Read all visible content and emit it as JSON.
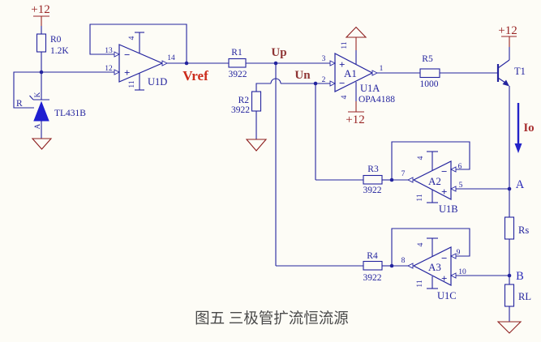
{
  "figure": {
    "caption": "图五  三极管扩流恒流源"
  },
  "colors": {
    "background": "#fdfcf6",
    "circuit_blue": "#23239e",
    "net_label_red": "#8e3434",
    "supply_red": "#992525",
    "ground_red": "#8e1f1f",
    "vref_red": "#cc2b1b",
    "device_blue_fill": "#1f1fd0",
    "node_blue": "#2a2ab8",
    "caption_gray": "#4a4a4a"
  },
  "nets": {
    "vcc": "+12",
    "vref": "Vref",
    "up": "Up",
    "un": "Un",
    "io": "Io",
    "node_a": "A",
    "node_b": "B"
  },
  "components": {
    "r0": {
      "ref": "R0",
      "value": "1.2K"
    },
    "r1": {
      "ref": "R1",
      "value": "3922"
    },
    "r2": {
      "ref": "R2",
      "value": "3922"
    },
    "r3": {
      "ref": "R3",
      "value": "3922"
    },
    "r4": {
      "ref": "R4",
      "value": "3922"
    },
    "r5": {
      "ref": "R5",
      "value": "1000"
    },
    "rs": {
      "ref": "Rs"
    },
    "rl": {
      "ref": "RL"
    },
    "t1": {
      "ref": "T1"
    },
    "tl431": {
      "ref": "TL431B",
      "pin_k": "K",
      "pin_a": "A",
      "pin_r": "R"
    },
    "u1d": {
      "label": "U1D",
      "pin_inv": "13",
      "pin_noninv": "12",
      "pin_out": "14",
      "pin_vp": "4",
      "pin_vn": "11",
      "plus": "+",
      "minus": "−"
    },
    "a1": {
      "label": "A1",
      "unit": "U1A",
      "part": "OPA4188",
      "pin_noninv": "3",
      "pin_inv": "2",
      "pin_out": "1",
      "pin_vp": "4",
      "pin_vn": "11",
      "plus": "+",
      "minus": "−"
    },
    "a2": {
      "label": "A2",
      "unit": "U1B",
      "pin_out": "7",
      "pin_inv": "6",
      "pin_noninv": "5",
      "pin_vp": "4",
      "pin_vn": "11",
      "plus": "+",
      "minus": "−"
    },
    "a3": {
      "label": "A3",
      "unit": "U1C",
      "pin_out": "8",
      "pin_inv": "9",
      "pin_noninv": "10",
      "pin_vp": "4",
      "pin_vn": "11",
      "plus": "+",
      "minus": "−"
    }
  }
}
